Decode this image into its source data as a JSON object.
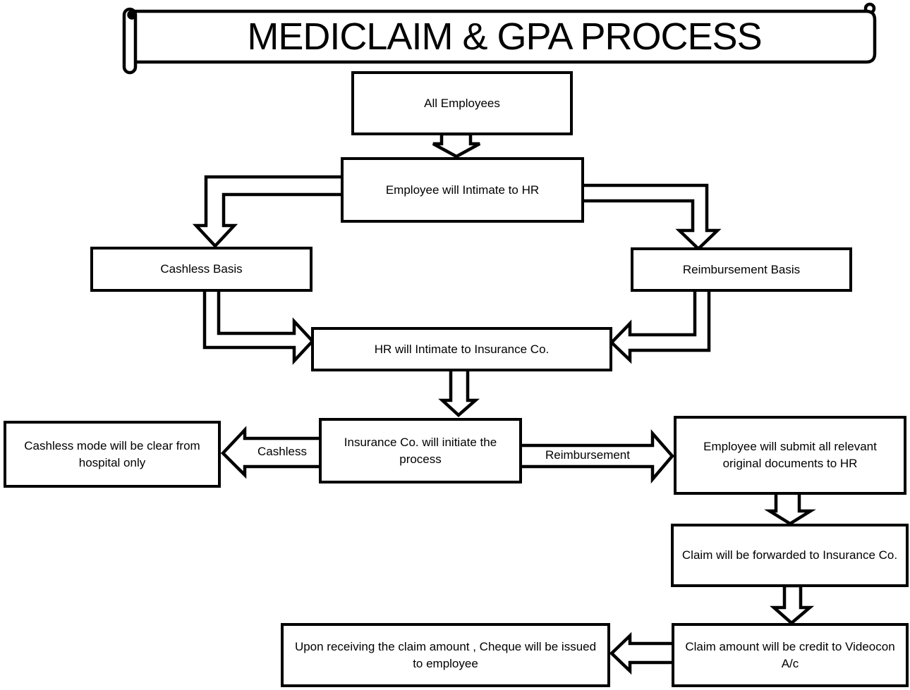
{
  "title": "MEDICLAIM & GPA PROCESS",
  "accent_color": "#000000",
  "background_color": "#ffffff",
  "nodes": {
    "all_employees": "All Employees",
    "intimate_hr": "Employee will Intimate to  HR",
    "cashless_basis": "Cashless Basis",
    "reimbursement_basis": "Reimbursement Basis",
    "hr_insurance": "HR will Intimate to  Insurance Co.",
    "insurance_initiate": "Insurance Co. will initiate the process",
    "cashless_hospital": "Cashless mode will be clear from hospital only",
    "submit_docs": "Employee will submit all  relevant original documents to HR",
    "claim_forwarded": "Claim will be forwarded to Insurance Co.",
    "claim_credit": "Claim amount will be credit to Videocon A/c",
    "cheque_issued": "Upon receiving the claim amount , Cheque will be issued to employee"
  },
  "edge_labels": {
    "cashless": "Cashless",
    "reimbursement": "Reimbursement"
  }
}
